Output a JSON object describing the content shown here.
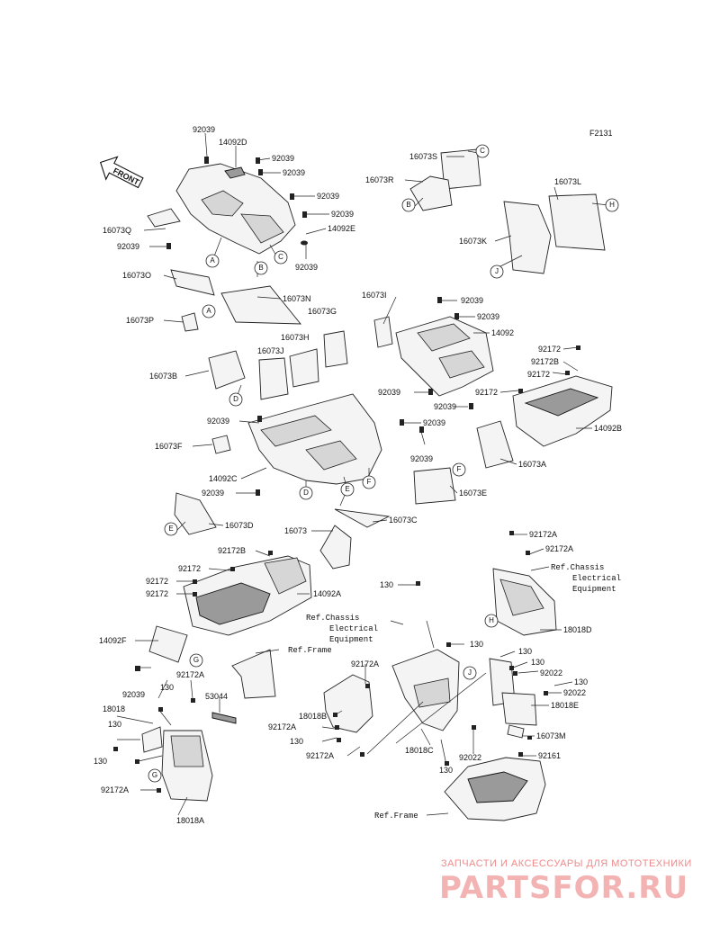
{
  "diagram_code": "F2131",
  "front_arrow_text": "FRONT",
  "watermark": {
    "tagline": "ЗАПЧАСТИ И АКСЕССУАРЫ ДЛЯ МОТОТЕХНИКИ",
    "logo": "PARTSFOR.RU"
  },
  "labels": {
    "l_92039_a": "92039",
    "l_14092D": "14092D",
    "l_92039_b": "92039",
    "l_92039_c": "92039",
    "l_92039_d": "92039",
    "l_92039_e": "92039",
    "l_14092E": "14092E",
    "l_92039_f": "92039",
    "l_16073Q": "16073Q",
    "l_92039_g": "92039",
    "l_16073O": "16073O",
    "l_16073N": "16073N",
    "l_16073P": "16073P",
    "l_16073G": "16073G",
    "l_16073H": "16073H",
    "l_16073J": "16073J",
    "l_16073B": "16073B",
    "l_16073S": "16073S",
    "l_16073R": "16073R",
    "l_16073L": "16073L",
    "l_16073K": "16073K",
    "l_16073I": "16073I",
    "l_92039_h": "92039",
    "l_92039_i": "92039",
    "l_14092": "14092",
    "l_92172_a": "92172",
    "l_92172B_a": "92172B",
    "l_92172_b": "92172",
    "l_92172_c": "92172",
    "l_92039_j": "92039",
    "l_92039_k": "92039",
    "l_14092B": "14092B",
    "l_92039_l": "92039",
    "l_92039_m": "92039",
    "l_92039_n": "92039",
    "l_16073F": "16073F",
    "l_14092C": "14092C",
    "l_92039_o": "92039",
    "l_16073A": "16073A",
    "l_16073E": "16073E",
    "l_16073D": "16073D",
    "l_16073": "16073",
    "l_16073C": "16073C",
    "l_92172A_a": "92172A",
    "l_92172A_b": "92172A",
    "l_ref_chassis_1": "Ref.Chassis",
    "l_ref_chassis_2": "Electrical",
    "l_ref_chassis_3": "Equipment",
    "l_92172B_b": "92172B",
    "l_92172_d": "92172",
    "l_92172_e": "92172",
    "l_14092A": "14092A",
    "l_130_a": "130",
    "l_ref_chassis_4": "Ref.Chassis",
    "l_ref_chassis_5": "Electrical",
    "l_ref_chassis_6": "Equipment",
    "l_18018D": "18018D",
    "l_14092F": "14092F",
    "l_ref_frame_1": "Ref.Frame",
    "l_130_b": "130",
    "l_130_c": "130",
    "l_92172A_c": "92172A",
    "l_130_d": "130",
    "l_92022_a": "92022",
    "l_130_e": "130",
    "l_92022_b": "92022",
    "l_18018E": "18018E",
    "l_92039_p": "92039",
    "l_92172A_d": "92172A",
    "l_130_f": "130",
    "l_53044": "53044",
    "l_18018": "18018",
    "l_130_g": "130",
    "l_130_h": "130",
    "l_18018B": "18018B",
    "l_92172A_e": "92172A",
    "l_130_i": "130",
    "l_92172A_f": "92172A",
    "l_16073M": "16073M",
    "l_92161": "92161",
    "l_18018C": "18018C",
    "l_92022_c": "92022",
    "l_130_j": "130",
    "l_92172A_g": "92172A",
    "l_18018A": "18018A",
    "l_ref_frame_2": "Ref.Frame"
  },
  "callouts": {
    "c_A1": "A",
    "c_A2": "A",
    "c_B1": "B",
    "c_B2": "B",
    "c_C1": "C",
    "c_C2": "C",
    "c_D1": "D",
    "c_D2": "D",
    "c_E1": "E",
    "c_E2": "E",
    "c_F1": "F",
    "c_F2": "F",
    "c_G1": "G",
    "c_G2": "G",
    "c_H1": "H",
    "c_H2": "H",
    "c_J1": "J",
    "c_J2": "J"
  }
}
